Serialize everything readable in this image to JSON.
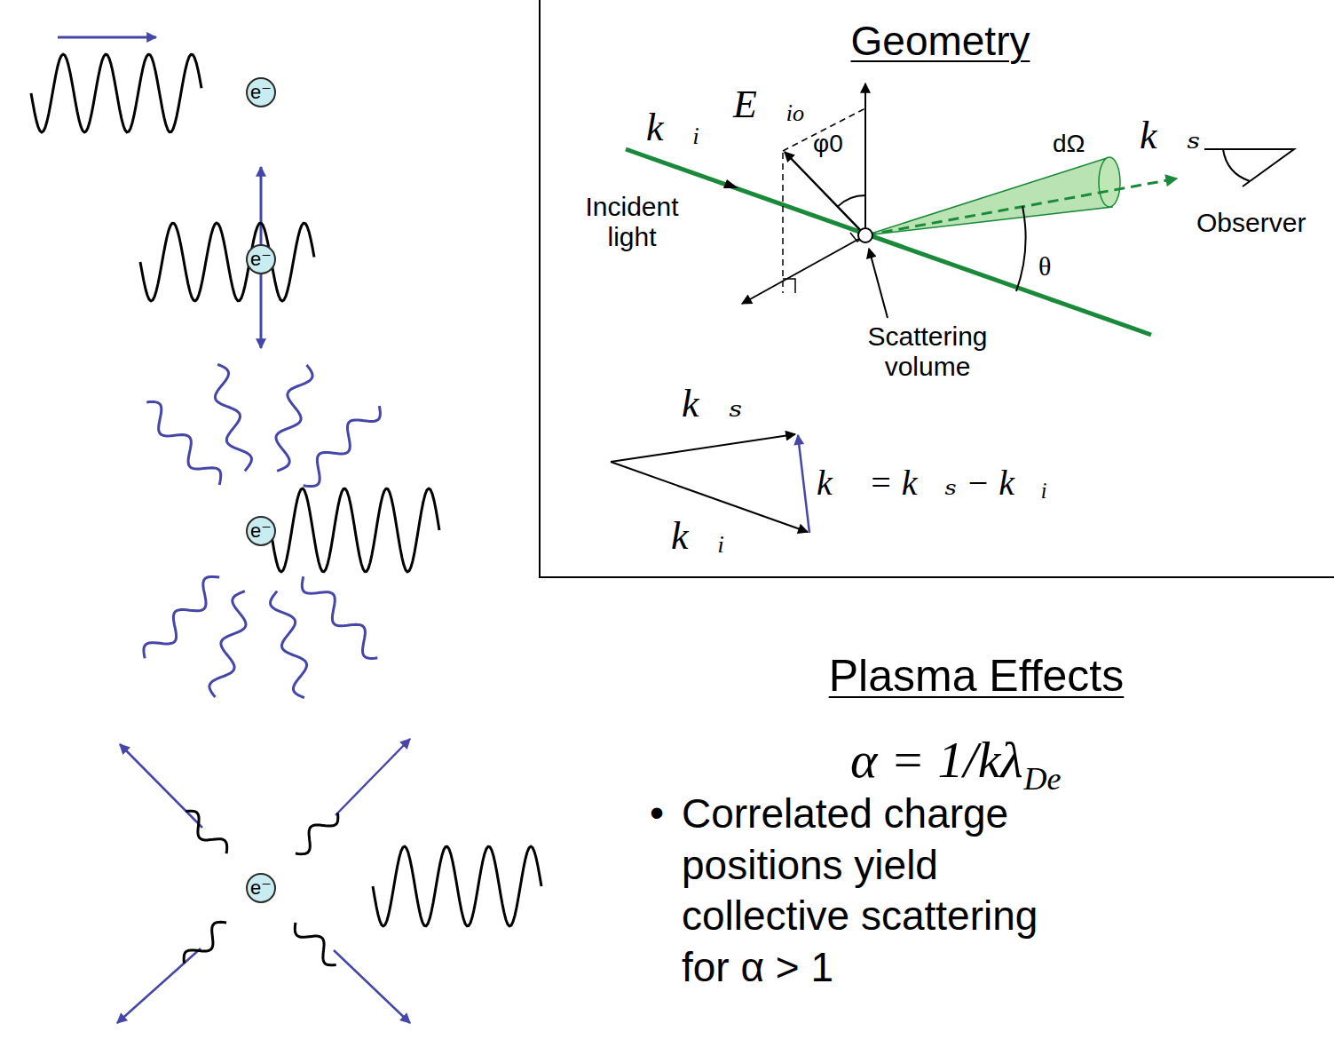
{
  "diagram": {
    "nodes": [
      {
        "text": [
          "Geometry"
        ]
      },
      {
        "text": [
          "e⁻"
        ]
      },
      {
        "text": [
          "e⁻"
        ]
      },
      {
        "text": [
          "e⁻"
        ]
      },
      {
        "text": [
          "e⁻"
        ]
      }
    ],
    "labels": [
      "k⃗ᵢ",
      "E⃗ᵢₒ",
      "φ0",
      "dΩ",
      "k⃗ₛ",
      "Incident light",
      "Observer",
      "θ",
      "Scattering volume",
      "k⃗ₛ",
      "k⃗ = k⃗ₛ − k⃗ᵢ",
      "k⃗ᵢ",
      "Plasma Effects",
      "α = 1/kλ",
      "De",
      "•",
      "Correlated charge positions yield collective scattering for α > 1"
    ]
  }
}
